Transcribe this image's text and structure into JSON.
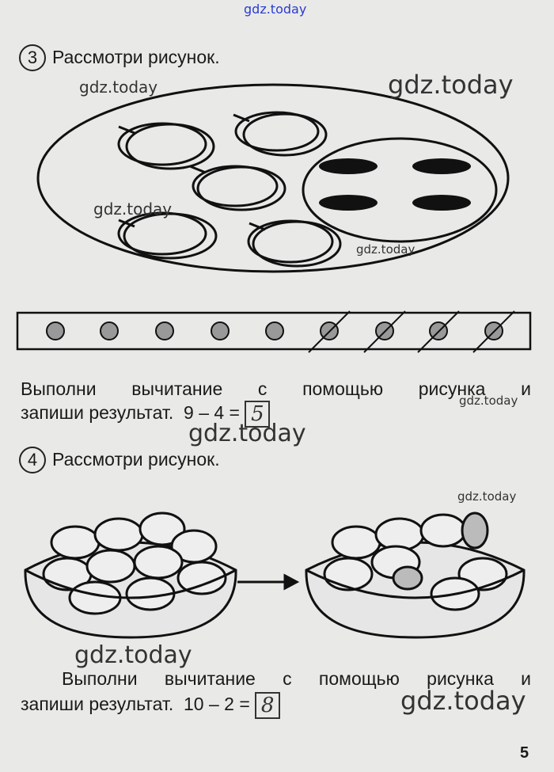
{
  "watermarks": [
    "gdz.today"
  ],
  "task3": {
    "number": "3",
    "title": "Рассмотри рисунок.",
    "line1_words": [
      "Выполни",
      "вычитание",
      "с",
      "помощью",
      "рисунка",
      "и"
    ],
    "line2": "запиши результат.",
    "expression": "9 – 4 =",
    "answer": "5",
    "strip_circles": 9,
    "crossed": 4
  },
  "task4": {
    "number": "4",
    "title": "Рассмотри рисунок.",
    "line1_words": [
      "Выполни",
      "вычитание",
      "с",
      "помощью",
      "рисунка",
      "и"
    ],
    "line2": "запиши результат.",
    "expression": "10 – 2 =",
    "answer": "8"
  },
  "page_number": "5"
}
